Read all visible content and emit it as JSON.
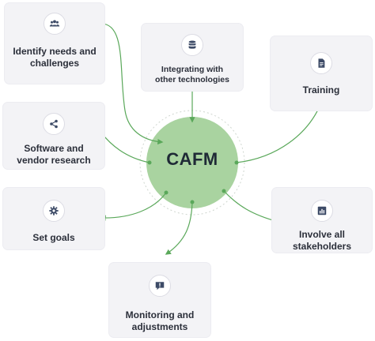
{
  "center": {
    "label": "CAFM"
  },
  "nodes": {
    "identify": {
      "label": "Identify needs and challenges",
      "icon": "users-icon"
    },
    "integrating": {
      "label": "Integrating with other technologies",
      "icon": "database-icon"
    },
    "training": {
      "label": "Training",
      "icon": "document-icon"
    },
    "software": {
      "label": "Software and vendor research",
      "icon": "share-icon"
    },
    "goals": {
      "label": "Set goals",
      "icon": "gear-icon"
    },
    "stakeholders": {
      "label": "Involve all stakeholders",
      "icon": "bar-chart-icon"
    },
    "monitoring": {
      "label": "Monitoring and adjustments",
      "icon": "alert-icon"
    }
  },
  "colors": {
    "accent": "#5aa85a",
    "center_fill": "#a9d3a0",
    "card_bg": "#f3f3f6",
    "text": "#2b2f3a"
  }
}
